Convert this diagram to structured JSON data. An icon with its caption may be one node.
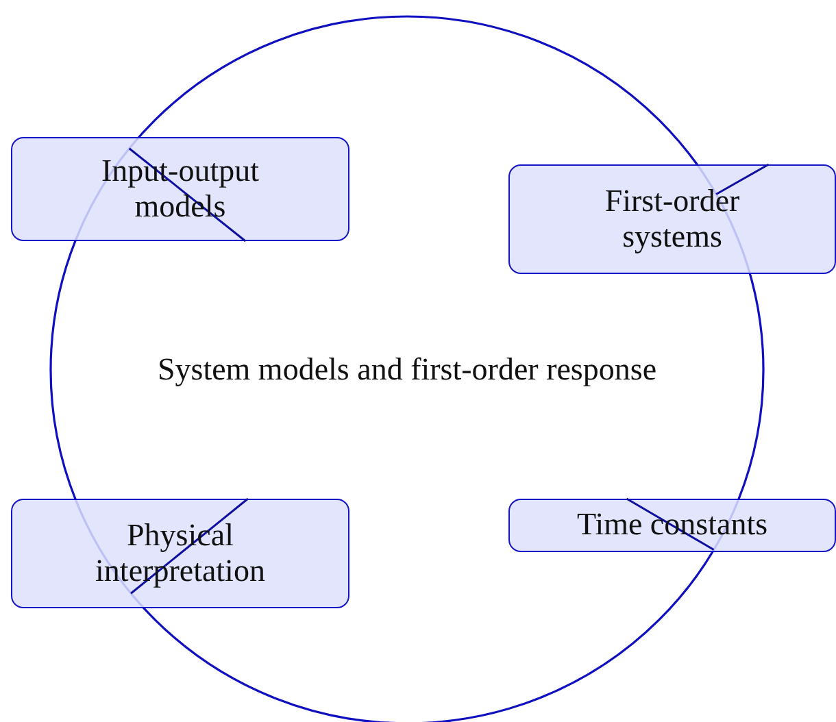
{
  "diagram": {
    "nodes": [
      {
        "text": [
          "System models and first-order response"
        ]
      },
      {
        "text": [
          "Input-output models"
        ]
      },
      {
        "text": [
          "First-order systems"
        ]
      },
      {
        "text": [
          "Physical interpretation"
        ]
      },
      {
        "text": [
          "Time constants"
        ]
      }
    ],
    "edges": [
      {
        "from": 0,
        "to": 1,
        "arrow": "none"
      },
      {
        "from": 0,
        "to": 2,
        "arrow": "none"
      },
      {
        "from": 0,
        "to": 3,
        "arrow": "none"
      },
      {
        "from": 0,
        "to": 4,
        "arrow": "none"
      }
    ]
  }
}
